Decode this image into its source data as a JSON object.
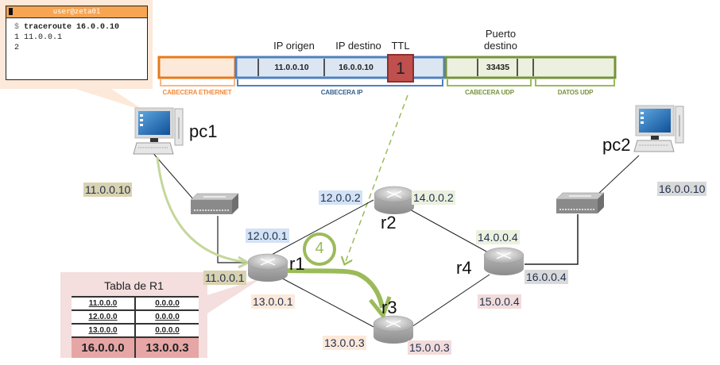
{
  "terminal": {
    "title": "user@zeta01",
    "lines": [
      {
        "prompt": "$",
        "text": "traceroute 16.0.0.10"
      },
      {
        "prompt": "",
        "text": "1 11.0.0.1"
      },
      {
        "prompt": "",
        "text": "2"
      }
    ]
  },
  "packet": {
    "field_labels": {
      "ip_origen": "IP origen",
      "ip_destino": "IP destino",
      "ttl": "TTL",
      "puerto_destino_1": "Puerto",
      "puerto_destino_2": "destino"
    },
    "values": {
      "ip_origen": "11.0.0.10",
      "ip_destino": "16.0.0.10",
      "ttl": "1",
      "puerto_destino": "33435"
    },
    "section_labels": {
      "ethernet": "CABECERA ETHERNET",
      "ip": "CABECERA IP",
      "udp": "CABECERA UDP",
      "datos": "DATOS UDP"
    },
    "colors": {
      "ethernet": "#e8791a",
      "ip": "#4f81bd",
      "udp": "#77933c",
      "ttl": "#c0504d"
    }
  },
  "nodes": {
    "pc1": "pc1",
    "pc2": "pc2",
    "r1": "r1",
    "r2": "r2",
    "r3": "r3",
    "r4": "r4"
  },
  "ips": {
    "pc1": "11.0.0.10",
    "pc2": "16.0.0.10",
    "r1_11": "11.0.0.1",
    "r1_12": "12.0.0.1",
    "r1_13": "13.0.0.1",
    "r2_12": "12.0.0.2",
    "r2_14": "14.0.0.2",
    "r3_13": "13.0.0.3",
    "r3_15": "15.0.0.3",
    "r4_14": "14.0.0.4",
    "r4_15": "15.0.0.4",
    "r4_16": "16.0.0.4"
  },
  "step": "4",
  "routing_table": {
    "title": "Tabla de R1",
    "rows": [
      {
        "dest": "11.0.0.0",
        "gw": "0.0.0.0",
        "highlight": false
      },
      {
        "dest": "12.0.0.0",
        "gw": "0.0.0.0",
        "highlight": false
      },
      {
        "dest": "13.0.0.0",
        "gw": "0.0.0.0",
        "highlight": false
      },
      {
        "dest": "16.0.0.0",
        "gw": "13.0.0.3",
        "highlight": true
      }
    ]
  }
}
